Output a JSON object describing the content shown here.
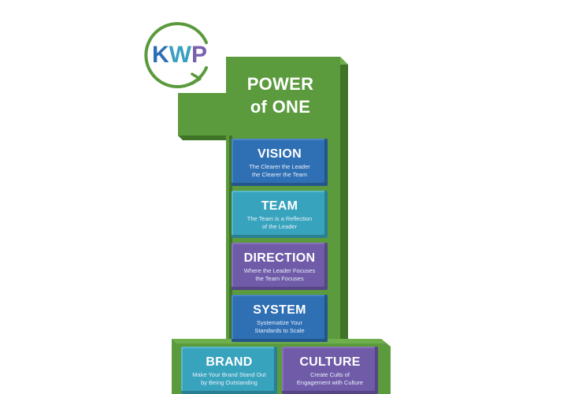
{
  "logo": {
    "k": "K",
    "w": "W",
    "p": "P",
    "ring_color": "#5a9a3c",
    "arrow_icon": "circular-arrow-icon"
  },
  "title": {
    "line1": "POWER",
    "line2": "of ONE"
  },
  "colors": {
    "green": "#5b9a3d",
    "green_dark": "#3f7328",
    "blue": "#2f6fb4",
    "teal": "#38a3bd",
    "purple": "#6f5ba8"
  },
  "blocks": [
    {
      "title": "VISION",
      "subtitle_1": "The Clearer the Leader",
      "subtitle_2": "the Clearer the Team"
    },
    {
      "title": "TEAM",
      "subtitle_1": "The Team is a Reflection",
      "subtitle_2": "of the Leader"
    },
    {
      "title": "DIRECTION",
      "subtitle_1": "Where the Leader Focuses",
      "subtitle_2": "the Team Focuses"
    },
    {
      "title": "SYSTEM",
      "subtitle_1": "Systematize Your",
      "subtitle_2": "Standards to Scale"
    },
    {
      "title": "BRAND",
      "subtitle_1": "Make Your Brand Stand Out",
      "subtitle_2": "by Being Outstanding"
    },
    {
      "title": "CULTURE",
      "subtitle_1": "Create Cults of",
      "subtitle_2": "Engagement with Culture"
    }
  ]
}
